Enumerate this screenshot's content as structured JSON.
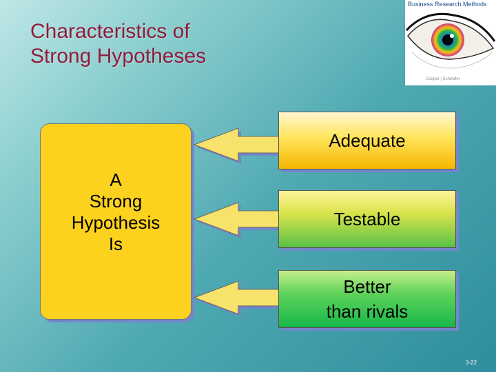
{
  "slide": {
    "title_line1": "Characteristics of",
    "title_line2": "Strong Hypotheses",
    "page_number": "3-22"
  },
  "book": {
    "title": "Business Research Methods",
    "authors": "Cooper | Schindler"
  },
  "center_box": {
    "lines": [
      "A",
      "Strong",
      "Hypothesis",
      "Is"
    ]
  },
  "characteristics": [
    {
      "lines": [
        "Adequate"
      ]
    },
    {
      "lines": [
        "Testable"
      ]
    },
    {
      "lines": [
        "Better",
        "than rivals"
      ]
    }
  ],
  "colors": {
    "title": "#8e1b3a",
    "center_box": "#fcd21e",
    "arrow_fill": "#f7e26b",
    "box_shadow": "#7386c9"
  }
}
